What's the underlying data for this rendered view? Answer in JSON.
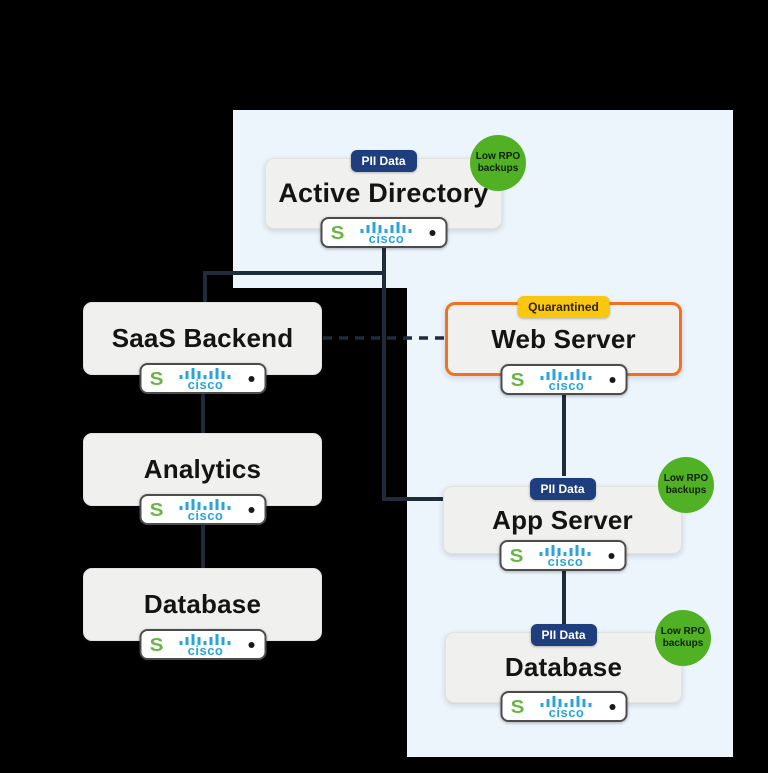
{
  "zone": {
    "panel_color": "#ecf4fc",
    "background_color": "#000000",
    "line_color": "#1e2c3c"
  },
  "nodes": [
    {
      "label": "Active Directory",
      "badge": "PII Data"
    },
    {
      "label": "SaaS Backend"
    },
    {
      "label": "Web Server",
      "badge": "Quarantined"
    },
    {
      "label": "Analytics"
    },
    {
      "label": "App Server",
      "badge": "PII Data"
    },
    {
      "label": "Database"
    },
    {
      "label": "Database",
      "badge": "PII Data"
    }
  ],
  "ribbon": {
    "line1": "Low RPO",
    "line2": "backups"
  },
  "pill": {
    "s": "S",
    "cisco": "cisco"
  },
  "colors": {
    "pii_badge": "#1f3e7e",
    "quarantine_badge": "#f9c70f",
    "quarantine_border": "#f5701d",
    "low_rpo_bubble": "#4fb123",
    "cisco_blue": "#2aa4dd",
    "s_green": "#68b744",
    "node_fill": "#f0f0ee"
  }
}
